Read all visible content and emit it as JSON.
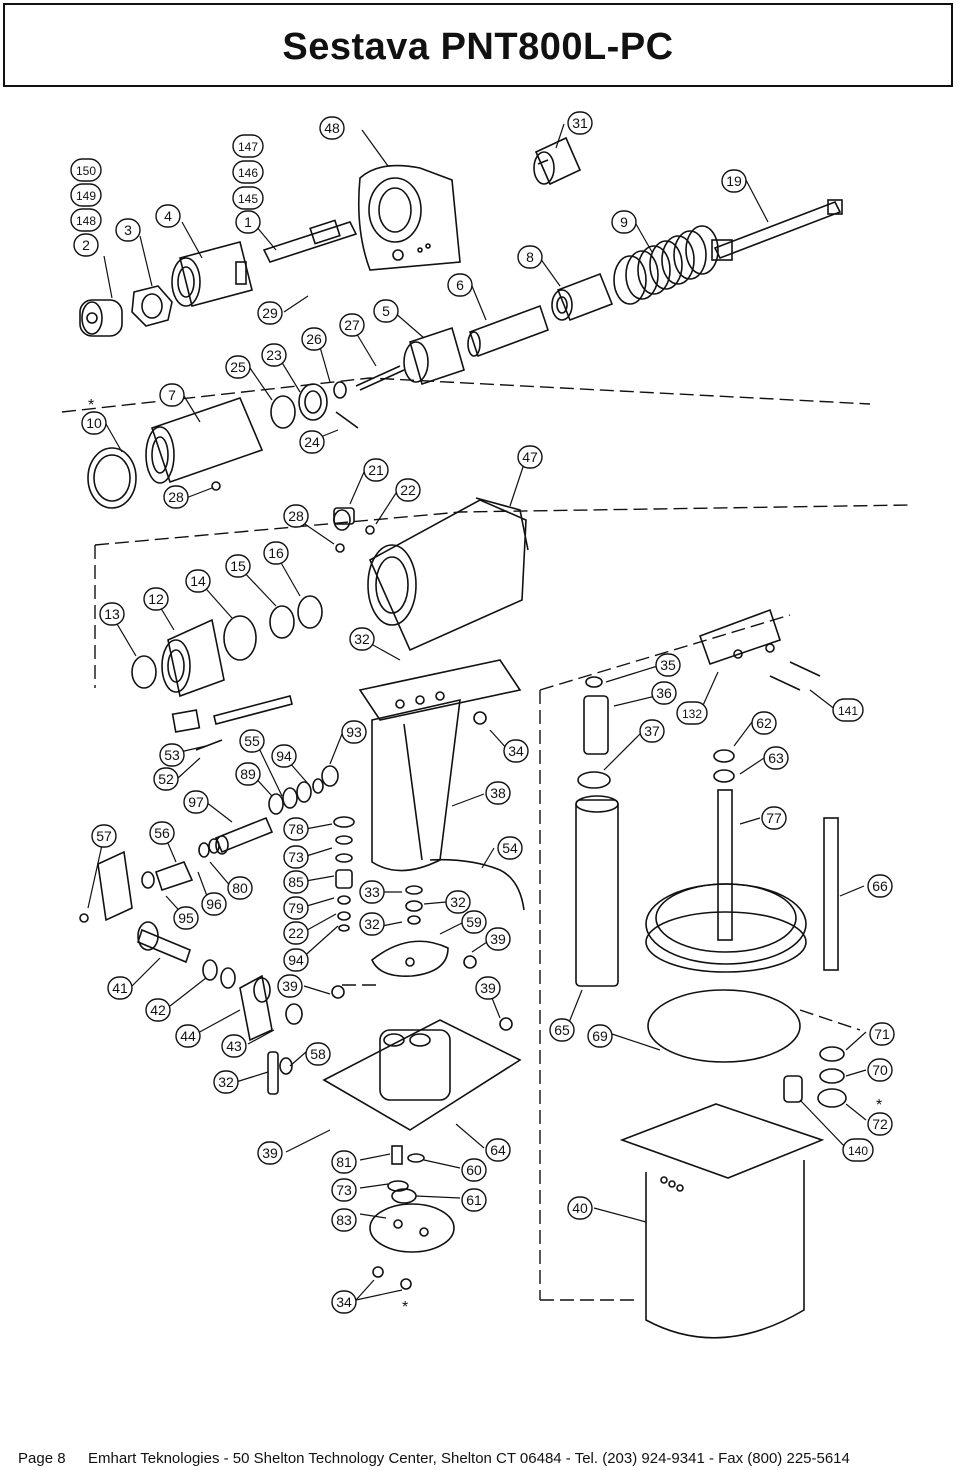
{
  "title": "Sestava PNT800L-PC",
  "footer": {
    "page": "Page 8",
    "address": "Emhart Teknologies - 50 Shelton Technology Center, Shelton CT 06484 - Tel. (203) 924-9341 - Fax (800) 225-5614"
  },
  "asterisk": "*",
  "callouts": [
    "150",
    "149",
    "148",
    "2",
    "3",
    "4",
    "147",
    "146",
    "145",
    "1",
    "48",
    "31",
    "19",
    "9",
    "8",
    "6",
    "29",
    "5",
    "27",
    "26",
    "23",
    "25",
    "7",
    "10",
    "24",
    "28",
    "21",
    "22",
    "47",
    "28",
    "16",
    "15",
    "14",
    "12",
    "13",
    "32",
    "35",
    "36",
    "132",
    "141",
    "37",
    "62",
    "63",
    "93",
    "34",
    "55",
    "53",
    "52",
    "94",
    "89",
    "97",
    "38",
    "77",
    "57",
    "56",
    "78",
    "73",
    "85",
    "79",
    "22",
    "94",
    "54",
    "80",
    "96",
    "95",
    "33",
    "32",
    "32",
    "59",
    "39",
    "66",
    "41",
    "42",
    "44",
    "43",
    "39",
    "39",
    "65",
    "69",
    "71",
    "70",
    "72",
    "32",
    "58",
    "64",
    "140",
    "39",
    "81",
    "60",
    "73",
    "61",
    "83",
    "40",
    "34"
  ]
}
